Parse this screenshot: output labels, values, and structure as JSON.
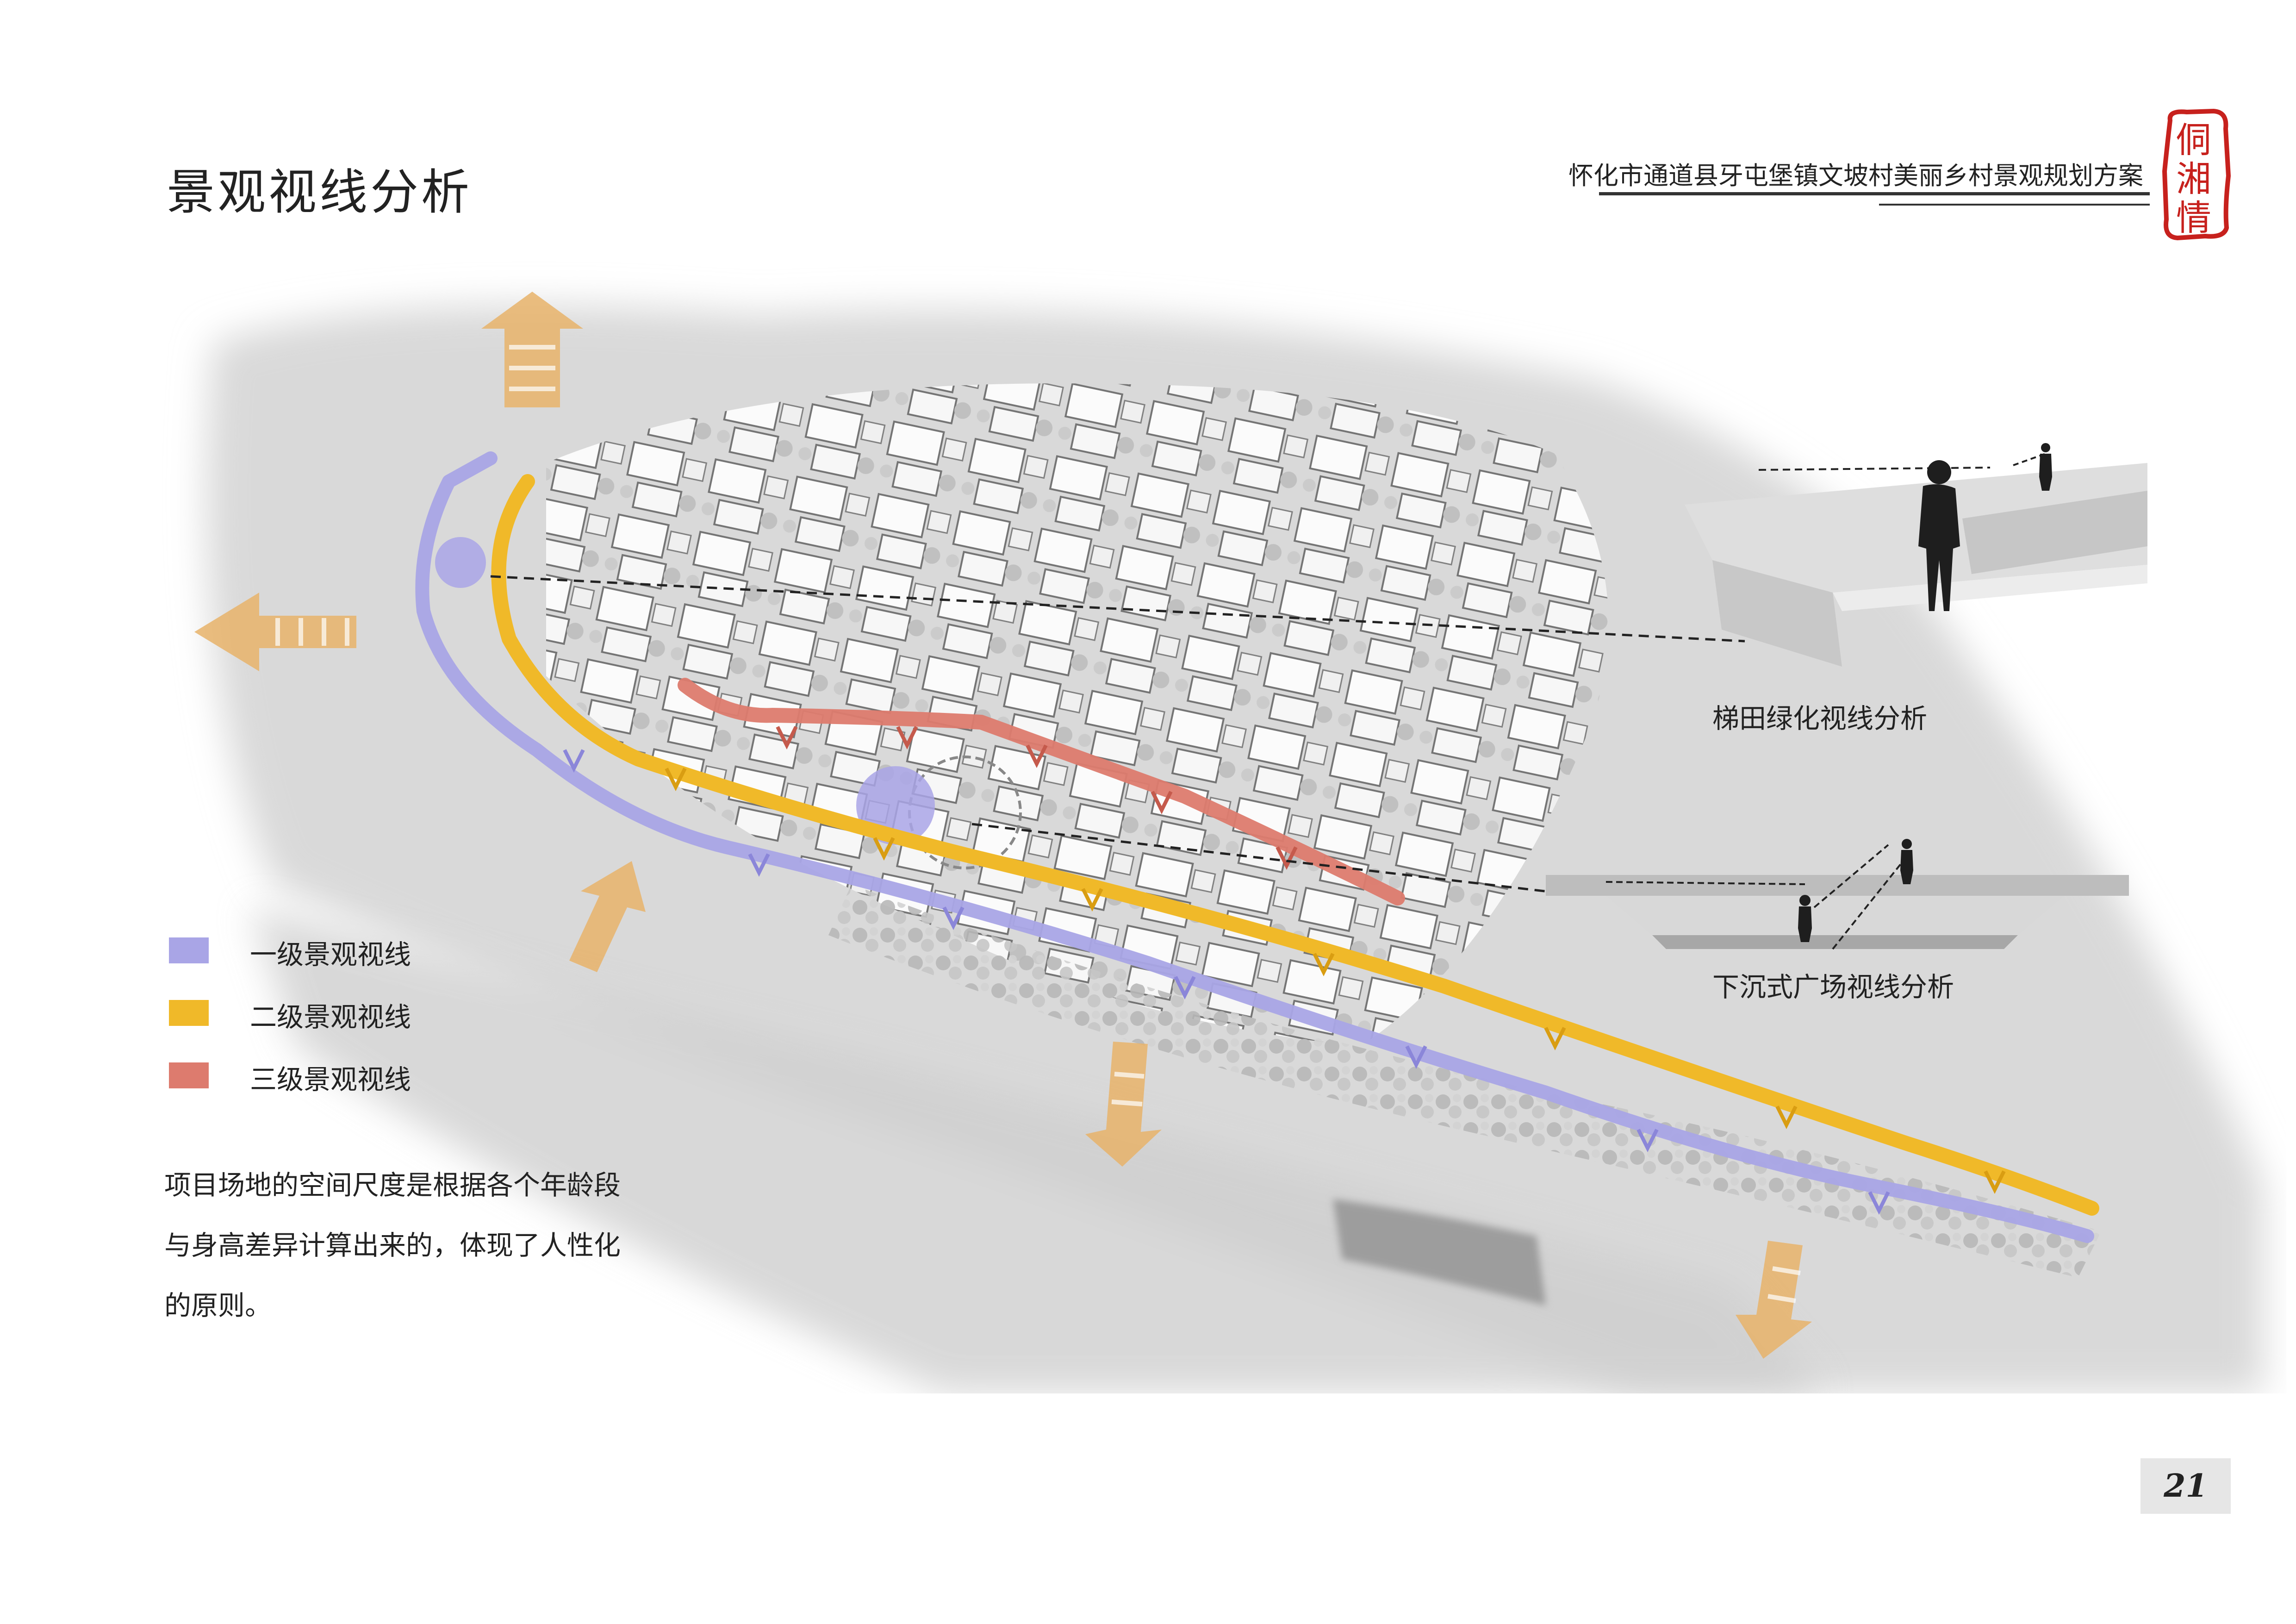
{
  "header": {
    "title": "景观视线分析",
    "project": "怀化市通道县牙屯堡镇文坡村美丽乡村景观规划方案",
    "seal_text": "侗湘情"
  },
  "legend": {
    "items": [
      {
        "label": "一级景观视线",
        "color": "#a9a5e6"
      },
      {
        "label": "二级景观视线",
        "color": "#f0b929"
      },
      {
        "label": "三级景观视线",
        "color": "#dd7b6e"
      }
    ]
  },
  "description": {
    "lines": [
      "项目场地的空间尺度是根据各个年龄段",
      "与身高差异计算出来的，体现了人性化",
      "的原则。"
    ]
  },
  "sections": {
    "terrace": {
      "caption": "梯田绿化视线分析"
    },
    "plaza": {
      "caption": "下沉式广场视线分析"
    }
  },
  "colors": {
    "primary_view": "#a9a5e6",
    "secondary_view": "#f0b929",
    "tertiary_view": "#dd7b6e",
    "arrow_orange": "#e8b36a",
    "seal_red": "#c7211d"
  },
  "icons": [
    "person-silhouette-icon",
    "view-arrow-icon"
  ],
  "page": {
    "number": "21"
  }
}
